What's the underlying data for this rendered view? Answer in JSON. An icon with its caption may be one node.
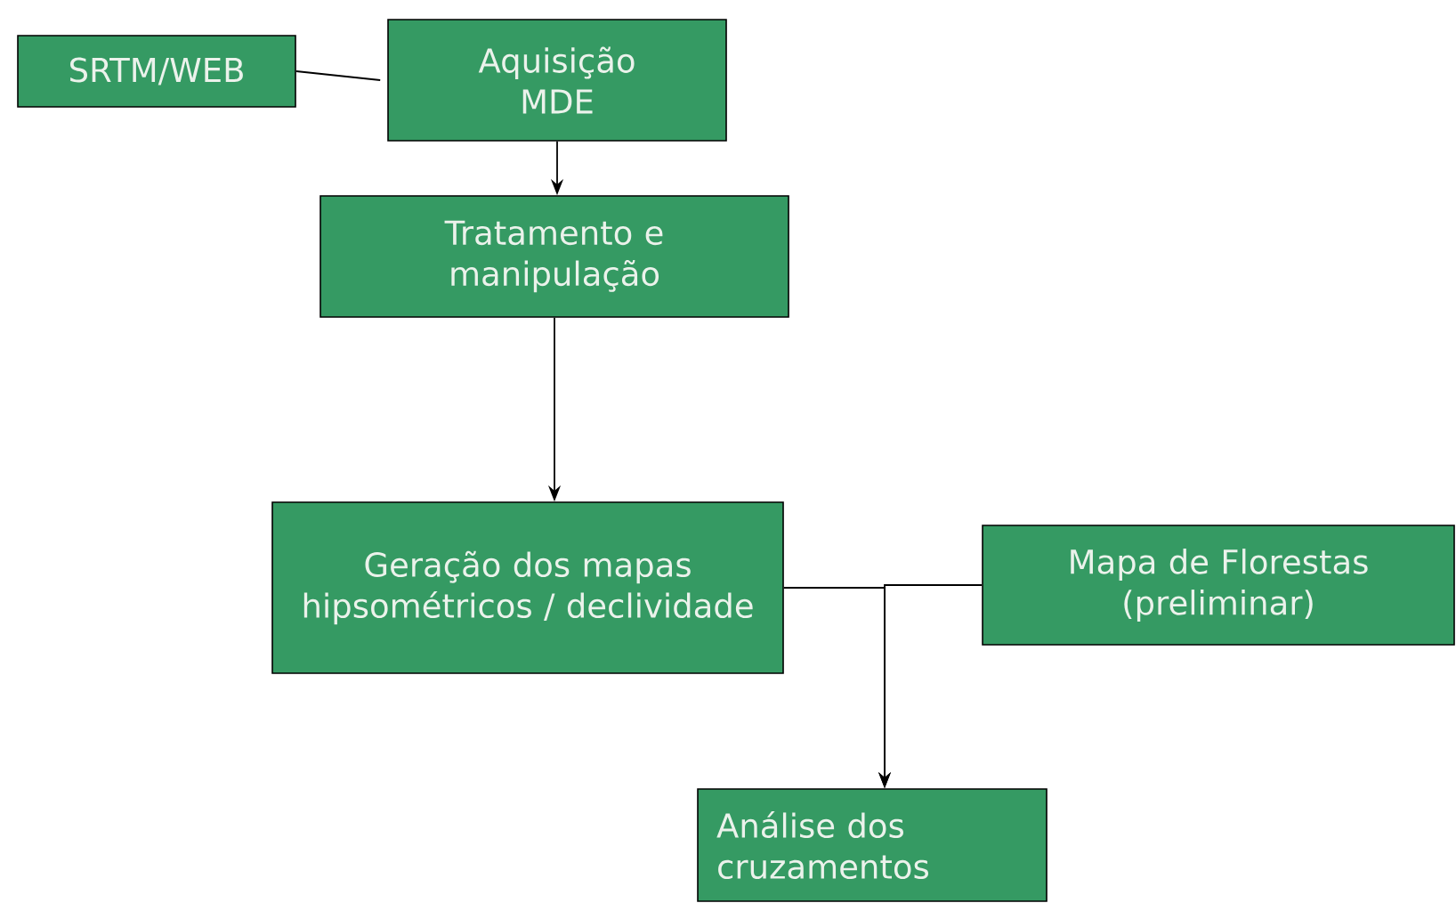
{
  "diagram": {
    "nodes": [
      {
        "text": [
          "SRTM/WEB"
        ]
      },
      {
        "text": [
          "Aquisição MDE"
        ]
      },
      {
        "text": [
          "Tratamento e manipulação"
        ]
      },
      {
        "text": [
          "Geração dos mapas hipsométricos / declividade"
        ]
      },
      {
        "text": [
          "Mapa de Florestas (preliminar)"
        ]
      },
      {
        "text": [
          "Análise dos cruzamentos"
        ]
      }
    ],
    "edges": [
      {
        "from": 0,
        "to": 1,
        "arrow": "none"
      },
      {
        "from": 1,
        "to": 2,
        "arrow": "to"
      },
      {
        "from": 2,
        "to": 3,
        "arrow": "to"
      },
      {
        "from": 3,
        "to": 5,
        "arrow": "to"
      },
      {
        "from": 4,
        "to": 5,
        "arrow": "to"
      }
    ]
  }
}
